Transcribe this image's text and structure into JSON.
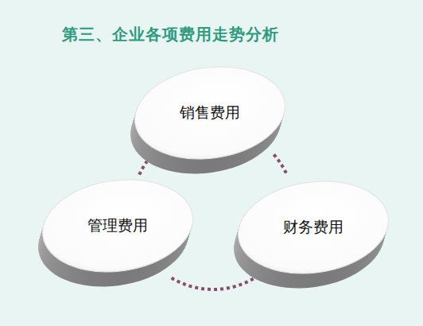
{
  "diagram": {
    "title": "第三、企业各项费用走势分析",
    "nodes": [
      {
        "text": [
          "销售费用"
        ]
      },
      {
        "text": [
          "管理费用"
        ]
      },
      {
        "text": [
          "财务费用"
        ]
      }
    ],
    "edges": [
      {
        "from": 0,
        "to": 2,
        "arrow": "none"
      },
      {
        "from": 2,
        "to": 1,
        "arrow": "none"
      },
      {
        "from": 1,
        "to": 0,
        "arrow": "none"
      }
    ]
  }
}
